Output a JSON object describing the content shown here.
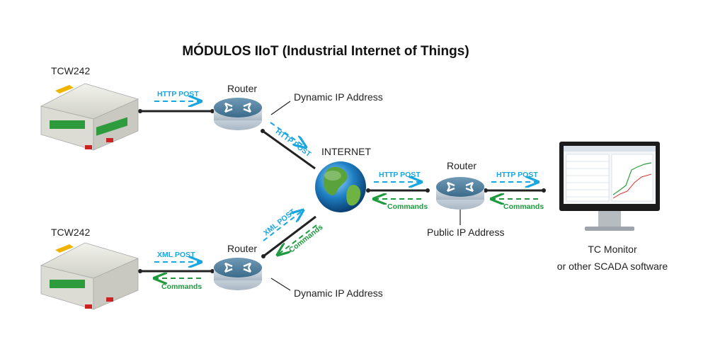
{
  "title": "MÓDULOS IIoT (Industrial Internet of Things)",
  "devices": [
    {
      "name": "TCW242"
    },
    {
      "name": "TCW242"
    }
  ],
  "routers": {
    "top_label": "Router",
    "bottom_label": "Router",
    "right_label": "Router"
  },
  "ip_labels": {
    "top": "Dynamic IP Address",
    "bottom": "Dynamic IP Address",
    "public": "Public IP Address"
  },
  "internet_label": "INTERNET",
  "arrows": {
    "top_left_post": "HTTP POST",
    "top_diag_post": "HTTP POST",
    "right_left_post": "HTTP POST",
    "right_left_cmd": "Commands",
    "right_right_post": "HTTP POST",
    "right_right_cmd": "Commands",
    "bottom_left_post": "XML POST",
    "bottom_left_cmd": "Commands",
    "bottom_diag_post": "XML POST",
    "bottom_diag_cmd": "Commands"
  },
  "monitor": {
    "line1": "TC Monitor",
    "line2": "or other SCADA software"
  },
  "colors": {
    "blue_arrow": "#1aa6e0",
    "green_arrow": "#1e9a3f",
    "router": "#3f6f8e",
    "device_body": "#e6e6e0"
  }
}
